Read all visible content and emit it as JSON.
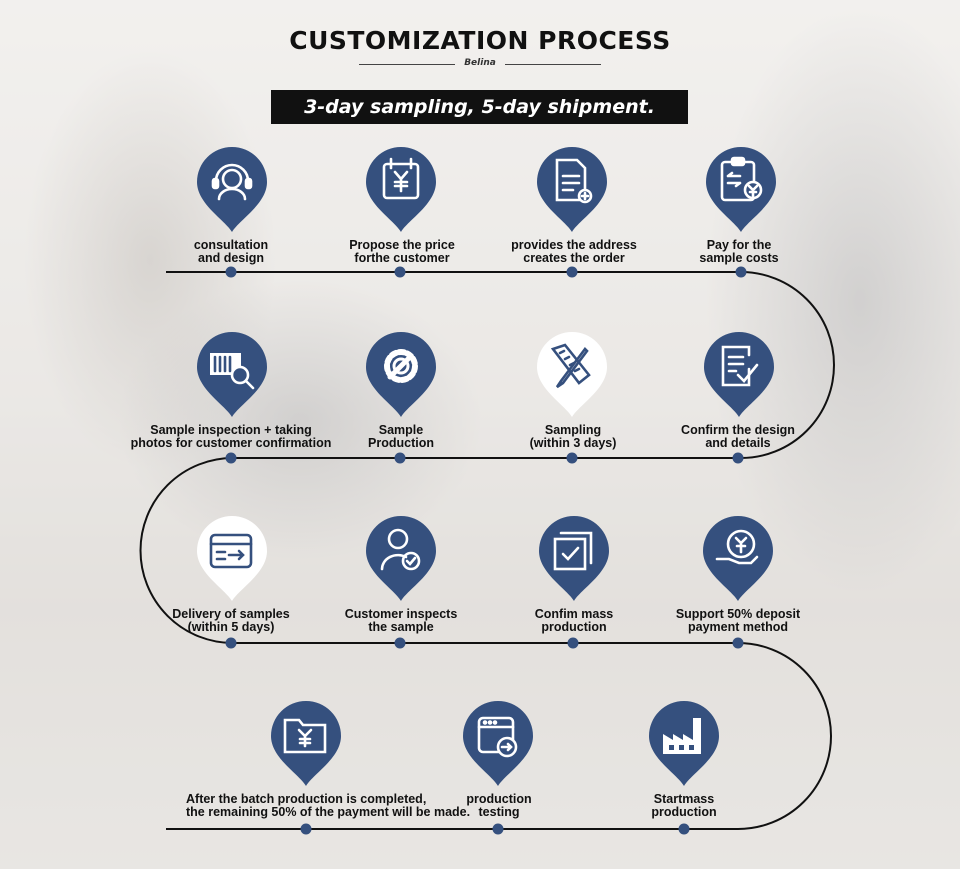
{
  "header": {
    "title": "CUSTOMIZATION PROCESS",
    "brand": "Belina",
    "banner": "3-day sampling, 5-day shipment."
  },
  "colors": {
    "pin_blue": "#35507e",
    "pin_white": "#ffffff",
    "track": "#111111",
    "banner_bg": "#111111"
  },
  "steps": [
    {
      "icon": "headset-icon",
      "style": "blue",
      "line1": "consultation",
      "line2": "and design"
    },
    {
      "icon": "price-calendar-icon",
      "style": "blue",
      "line1": "Propose the price",
      "line2": "forthe customer"
    },
    {
      "icon": "order-document-icon",
      "style": "blue",
      "line1": "provides the address",
      "line2": "creates the order"
    },
    {
      "icon": "payment-clipboard-icon",
      "style": "blue",
      "line1": "Pay for the",
      "line2": "sample costs"
    },
    {
      "icon": "product-inspection-icon",
      "style": "blue",
      "line1": "Sample inspection + taking",
      "line2": "photos for customer confirmation"
    },
    {
      "icon": "gear-wrench-icon",
      "style": "blue",
      "line1": "Sample",
      "line2": "Production"
    },
    {
      "icon": "ruler-pencil-icon",
      "style": "white",
      "line1": "Sampling",
      "line2": "(within 3 days)"
    },
    {
      "icon": "design-check-document-icon",
      "style": "blue",
      "line1": "Confirm the design",
      "line2": "and details"
    },
    {
      "icon": "delivery-box-icon",
      "style": "white",
      "line1": "Delivery of samples",
      "line2": "(within 5 days)"
    },
    {
      "icon": "user-check-icon",
      "style": "blue",
      "line1": "Customer inspects",
      "line2": "the sample"
    },
    {
      "icon": "checkbox-stack-icon",
      "style": "blue",
      "line1": "Confim mass",
      "line2": "production"
    },
    {
      "icon": "deposit-coin-hand-icon",
      "style": "blue",
      "line1": "Support 50% deposit",
      "line2": "payment method"
    },
    {
      "icon": "factory-icon",
      "style": "blue",
      "line1": "Startmass",
      "line2": "production"
    },
    {
      "icon": "testing-window-icon",
      "style": "blue",
      "line1": "production",
      "line2": "testing"
    },
    {
      "icon": "payment-folder-icon",
      "style": "blue",
      "line1": "After the batch production is completed,",
      "line2": "the remaining 50% of the payment will be made."
    }
  ]
}
